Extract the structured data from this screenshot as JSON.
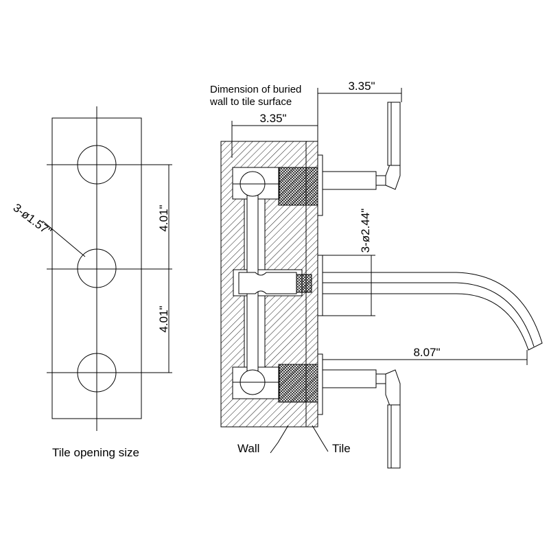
{
  "labels": {
    "tile_opening_size": "Tile opening size",
    "buried_line1": "Dimension of buried",
    "buried_line2": "wall to tile surface",
    "wall": "Wall",
    "tile": "Tile"
  },
  "dimensions": {
    "hole_diameter": "3-ø1.57\"",
    "spacing_upper": "4.01\"",
    "spacing_lower": "4.01\"",
    "top_right": "3.35\"",
    "top_left": "3.35\"",
    "rosette_diameter": "3-ø2.44\"",
    "spout_reach": "8.07\""
  }
}
